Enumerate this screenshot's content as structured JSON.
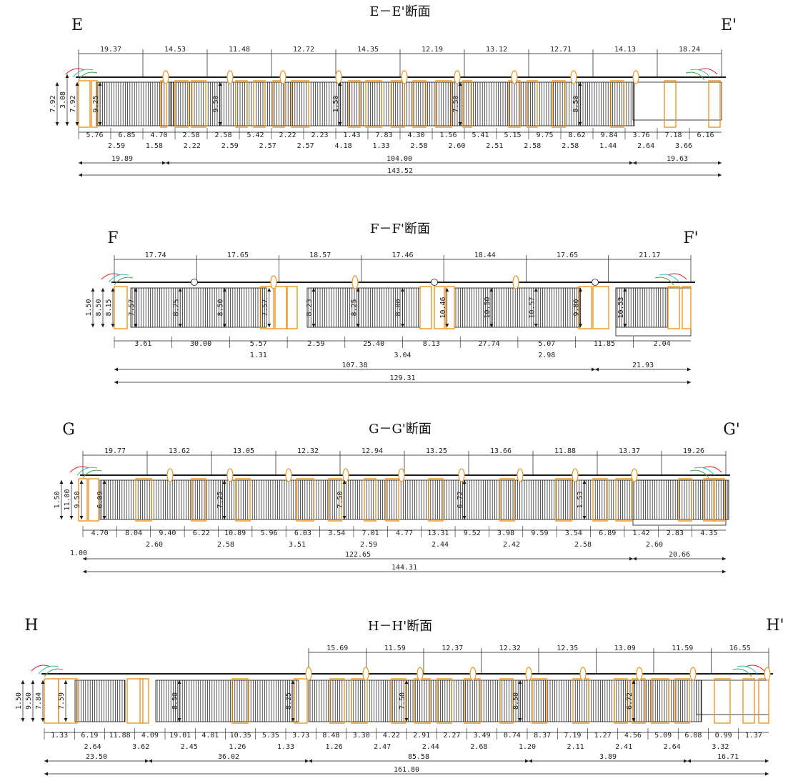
{
  "colors": {
    "line": "#1a1a1a",
    "column": "#e8962a",
    "hatch": "#111111",
    "cyan": "#38b6c9",
    "green": "#3ea04a",
    "red": "#d42020"
  },
  "sections": [
    {
      "id": "E",
      "title": "E－E'断面",
      "left_label": "E",
      "right_label": "E'",
      "top_dims": [
        "19.37",
        "14.53",
        "11.48",
        "12.72",
        "14.35",
        "12.19",
        "13.12",
        "12.71",
        "14.13",
        "18.24"
      ],
      "bottom_row1": [
        "5.76",
        "6.85",
        "4.70",
        "2.58",
        "2.58",
        "5.42",
        "2.22",
        "2.23",
        "1.43",
        "7.83",
        "4.30",
        "1.56",
        "5.41",
        "5.15",
        "9.75",
        "8.62",
        "9.84",
        "3.76",
        "7.18",
        "6.16"
      ],
      "bottom_row2": [
        "2.59",
        "1.58",
        "2.22",
        "2.59",
        "2.57",
        "2.57",
        "4.18",
        "1.33",
        "2.58",
        "2.60",
        "2.51",
        "2.58",
        "2.58",
        "1.44",
        "2.64",
        "3.66"
      ],
      "subtotals": [
        "19.89",
        "104.00",
        "19.63"
      ],
      "total": "143.52",
      "vertical": [
        "7.92",
        "3.08",
        "7.92",
        "9.25",
        "9.50",
        "1.50",
        "7.50",
        "8.50"
      ]
    },
    {
      "id": "F",
      "title": "F－F'断面",
      "left_label": "F",
      "right_label": "F'",
      "top_dims": [
        "17.74",
        "17.65",
        "18.57",
        "17.46",
        "18.44",
        "17.65",
        "21.17"
      ],
      "bottom_row1": [
        "3.61",
        "30.00",
        "5.57",
        "2.59",
        "25.40",
        "8.13",
        "27.74",
        "5.07",
        "11.85",
        "2.04"
      ],
      "bottom_row2": [
        "1.31",
        "3.04",
        "2.98"
      ],
      "subtotals": [
        "107.38",
        "21.93"
      ],
      "total": "129.31",
      "vertical": [
        "1.50",
        "8.50",
        "8.15",
        "7.57",
        "8.25",
        "8.50",
        "7.57",
        "8.23",
        "8.25",
        "8.00",
        "10.46",
        "10.50",
        "10.57",
        "9.80",
        "10.53"
      ]
    },
    {
      "id": "G",
      "title": "G－G'断面",
      "left_label": "G",
      "right_label": "G'",
      "top_dims": [
        "19.77",
        "13.62",
        "13.05",
        "12.32",
        "12.94",
        "13.25",
        "13.66",
        "11.88",
        "13.37",
        "19.26"
      ],
      "bottom_row1": [
        "4.70",
        "8.04",
        "9.40",
        "6.22",
        "10.89",
        "5.96",
        "6.03",
        "3.54",
        "7.01",
        "4.77",
        "13.31",
        "9.52",
        "3.98",
        "9.59",
        "3.54",
        "6.89",
        "1.42",
        "2.83",
        "4.35"
      ],
      "bottom_row2": [
        "2.60",
        "2.58",
        "3.51",
        "2.59",
        "2.44",
        "2.42",
        "2.58",
        "2.60"
      ],
      "left_extra": "1.00",
      "subtotals": [
        "122.65",
        "20.66"
      ],
      "total": "144.31",
      "vertical": [
        "1.50",
        "11.00",
        "9.50",
        "6.09",
        "7.25",
        "7.50",
        "6.72",
        "1.53"
      ]
    },
    {
      "id": "H",
      "title": "H－H'断面",
      "left_label": "H",
      "right_label": "H'",
      "top_dims": [
        "15.69",
        "11.59",
        "12.37",
        "12.32",
        "12.35",
        "13.09",
        "11.59",
        "16.55"
      ],
      "bottom_row1": [
        "1.33",
        "6.19",
        "11.88",
        "4.09",
        "19.01",
        "4.01",
        "10.35",
        "5.35",
        "3.73",
        "8.48",
        "3.30",
        "4.22",
        "2.91",
        "2.27",
        "3.49",
        "0.74",
        "8.37",
        "7.19",
        "1.27",
        "4.56",
        "5.09",
        "6.08",
        "0.99",
        "1.37"
      ],
      "bottom_row2": [
        "2.64",
        "3.62",
        "2.45",
        "1.26",
        "1.33",
        "1.26",
        "2.47",
        "2.44",
        "2.68",
        "1.20",
        "2.11",
        "2.41",
        "2.64",
        "3.32"
      ],
      "subtotals": [
        "23.50",
        "36.02",
        "85.58",
        "3.89",
        "16.71"
      ],
      "total": "161.80",
      "vertical": [
        "1.50",
        "9.50",
        "7.84",
        "7.59",
        "8.50",
        "8.25",
        "7.50",
        "8.50",
        "6.72"
      ]
    }
  ]
}
